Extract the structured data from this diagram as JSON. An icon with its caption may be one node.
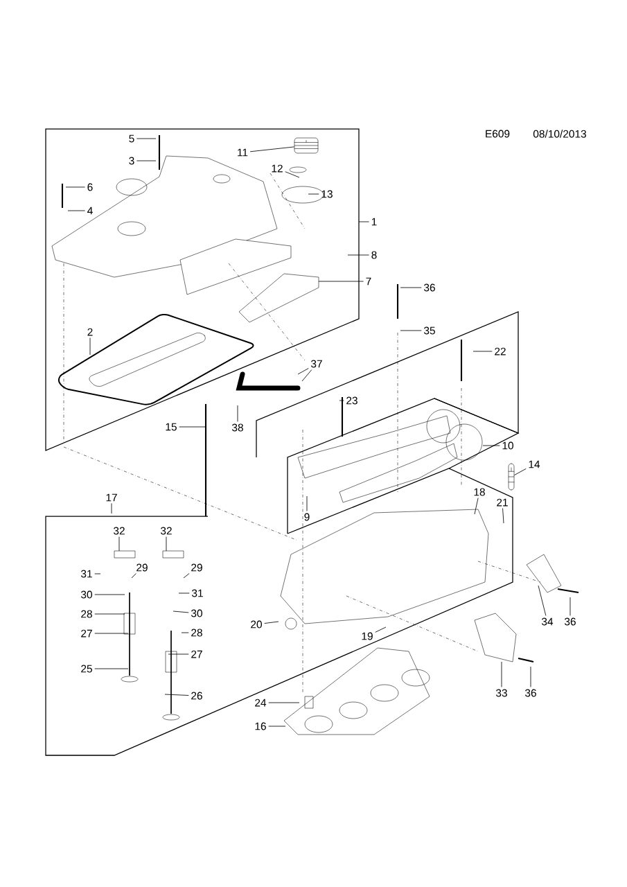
{
  "diagram": {
    "nodes": [
      {
        "text": [
          "5"
        ]
      },
      {
        "text": [
          "3"
        ]
      },
      {
        "text": [
          "6"
        ]
      },
      {
        "text": [
          "4"
        ]
      },
      {
        "text": [
          "11"
        ]
      },
      {
        "text": [
          "12"
        ]
      },
      {
        "text": [
          "13"
        ]
      },
      {
        "text": [
          "1"
        ]
      },
      {
        "text": [
          "8"
        ]
      },
      {
        "text": [
          "7"
        ]
      },
      {
        "text": [
          "2"
        ]
      },
      {
        "text": [
          "36"
        ]
      },
      {
        "text": [
          "35"
        ]
      },
      {
        "text": [
          "22"
        ]
      },
      {
        "text": [
          "37"
        ]
      },
      {
        "text": [
          "38"
        ]
      },
      {
        "text": [
          "23"
        ]
      },
      {
        "text": [
          "15"
        ]
      },
      {
        "text": [
          "10"
        ]
      },
      {
        "text": [
          "14"
        ]
      },
      {
        "text": [
          "9"
        ]
      },
      {
        "text": [
          "17"
        ]
      },
      {
        "text": [
          "18"
        ]
      },
      {
        "text": [
          "21"
        ]
      },
      {
        "text": [
          "32"
        ]
      },
      {
        "text": [
          "32"
        ]
      },
      {
        "text": [
          "31"
        ]
      },
      {
        "text": [
          "29"
        ]
      },
      {
        "text": [
          "29"
        ]
      },
      {
        "text": [
          "30"
        ]
      },
      {
        "text": [
          "31"
        ]
      },
      {
        "text": [
          "28"
        ]
      },
      {
        "text": [
          "30"
        ]
      },
      {
        "text": [
          "27"
        ]
      },
      {
        "text": [
          "28"
        ]
      },
      {
        "text": [
          "25"
        ]
      },
      {
        "text": [
          "27"
        ]
      },
      {
        "text": [
          "26"
        ]
      },
      {
        "text": [
          "20"
        ]
      },
      {
        "text": [
          "19"
        ]
      },
      {
        "text": [
          "24"
        ]
      },
      {
        "text": [
          "16"
        ]
      },
      {
        "text": [
          "34"
        ]
      },
      {
        "text": [
          "36"
        ]
      },
      {
        "text": [
          "33"
        ]
      },
      {
        "text": [
          "36"
        ]
      },
      {
        "text": [],
        "shape": "picture"
      },
      {
        "text": [],
        "shape": "picture"
      }
    ],
    "edges": [
      {
        "from": 0,
        "to": null,
        "arrow": "none"
      },
      {
        "from": 1,
        "to": null,
        "arrow": "none"
      },
      {
        "from": 2,
        "to": null,
        "arrow": "none"
      },
      {
        "from": 3,
        "to": null,
        "arrow": "none"
      },
      {
        "from": 4,
        "to": 46,
        "arrow": "none"
      },
      {
        "from": 5,
        "to": null,
        "arrow": "none"
      },
      {
        "from": 6,
        "to": null,
        "arrow": "none"
      },
      {
        "from": 7,
        "to": null,
        "arrow": "none"
      },
      {
        "from": 8,
        "to": null,
        "arrow": "none"
      },
      {
        "from": 9,
        "to": null,
        "arrow": "none"
      },
      {
        "from": 10,
        "to": null,
        "arrow": "none"
      },
      {
        "from": 11,
        "to": null,
        "arrow": "none"
      },
      {
        "from": 12,
        "to": null,
        "arrow": "none"
      },
      {
        "from": 13,
        "to": null,
        "arrow": "none"
      },
      {
        "from": 14,
        "to": null,
        "arrow": "none"
      },
      {
        "from": 15,
        "to": null,
        "arrow": "none"
      },
      {
        "from": 16,
        "to": null,
        "arrow": "none"
      },
      {
        "from": 17,
        "to": null,
        "arrow": "none"
      },
      {
        "from": 18,
        "to": null,
        "arrow": "none"
      },
      {
        "from": 19,
        "to": 47,
        "arrow": "none"
      },
      {
        "from": 20,
        "to": null,
        "arrow": "none"
      },
      {
        "from": 21,
        "to": null,
        "arrow": "none"
      },
      {
        "from": 22,
        "to": null,
        "arrow": "none"
      },
      {
        "from": 23,
        "to": null,
        "arrow": "none"
      },
      {
        "from": 24,
        "to": null,
        "arrow": "none"
      },
      {
        "from": 25,
        "to": null,
        "arrow": "none"
      },
      {
        "from": 26,
        "to": null,
        "arrow": "none"
      },
      {
        "from": 27,
        "to": null,
        "arrow": "none"
      },
      {
        "from": 28,
        "to": null,
        "arrow": "none"
      },
      {
        "from": 29,
        "to": null,
        "arrow": "none"
      },
      {
        "from": 30,
        "to": null,
        "arrow": "none"
      },
      {
        "from": 31,
        "to": null,
        "arrow": "none"
      },
      {
        "from": 32,
        "to": null,
        "arrow": "none"
      },
      {
        "from": 33,
        "to": null,
        "arrow": "none"
      },
      {
        "from": 34,
        "to": null,
        "arrow": "none"
      },
      {
        "from": 35,
        "to": null,
        "arrow": "none"
      },
      {
        "from": 36,
        "to": null,
        "arrow": "none"
      },
      {
        "from": 37,
        "to": null,
        "arrow": "none"
      },
      {
        "from": 38,
        "to": null,
        "arrow": "none"
      },
      {
        "from": 39,
        "to": null,
        "arrow": "none"
      },
      {
        "from": 40,
        "to": null,
        "arrow": "none"
      },
      {
        "from": 41,
        "to": null,
        "arrow": "none"
      },
      {
        "from": 42,
        "to": null,
        "arrow": "none"
      },
      {
        "from": 43,
        "to": null,
        "arrow": "none"
      },
      {
        "from": 44,
        "to": null,
        "arrow": "none"
      },
      {
        "from": 45,
        "to": null,
        "arrow": "none"
      },
      {
        "from": 14,
        "to": null,
        "arrow": "none"
      }
    ],
    "labels": [
      "E609",
      "08/10/2013"
    ]
  }
}
